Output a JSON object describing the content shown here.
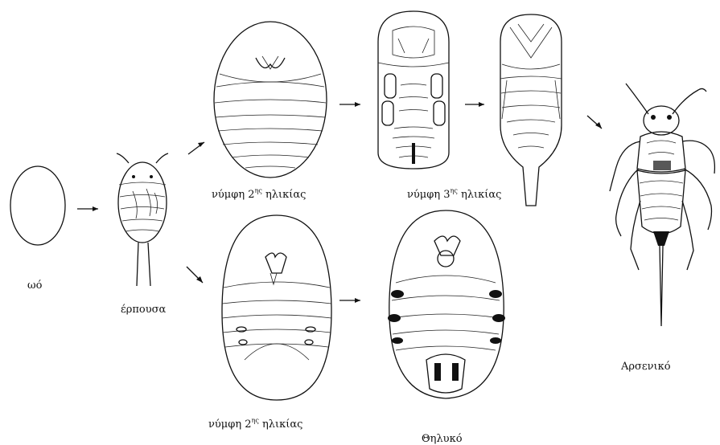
{
  "labels": {
    "egg": "ωό",
    "crawler": "έρπουσα",
    "nymph_top": "νύμφη 2",
    "nymph_top_sup": "ης",
    "nymph_top_suffix": " ηλικίας",
    "nymph3": "νύμφη 3",
    "nymph3_sup": "ης",
    "nymph3_suffix": " ηλικίας",
    "nymph_bottom": "νύμφη 2",
    "nymph_bottom_sup": "ης",
    "nymph_bottom_suffix": " ηλικίας",
    "female": "Θηλυκό",
    "male": "Αρσενικό"
  }
}
